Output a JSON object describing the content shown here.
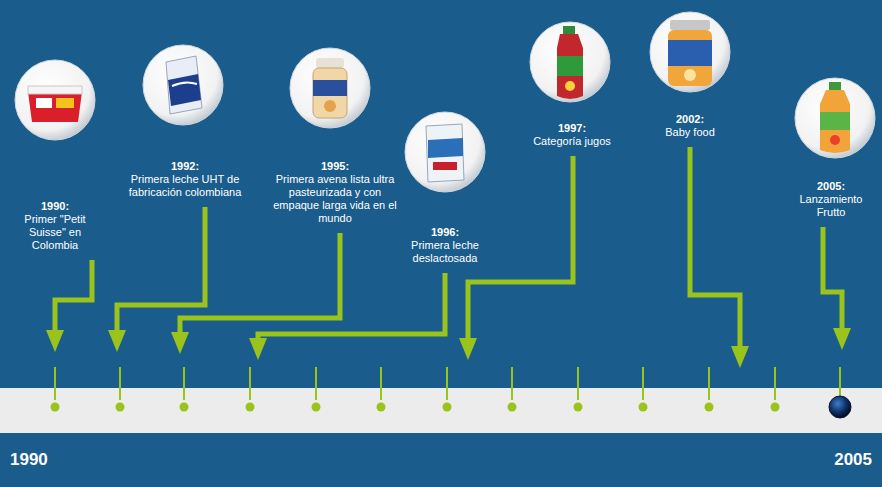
{
  "diagram": {
    "labels": [
      "1990:",
      "Primer \"Petit Suisse\" en Colombia",
      "1992:",
      "Primera leche UHT de fabricación colombiana",
      "1995:",
      "Primera avena lista ultra pasteurizada y con empaque larga vida en el mundo",
      "1996:",
      "Primera leche deslactosada",
      "1997:",
      "Categoría jugos",
      "2002:",
      "Baby food",
      "2005:",
      "Lanzamiento Frutto",
      "1990",
      "2005"
    ]
  }
}
